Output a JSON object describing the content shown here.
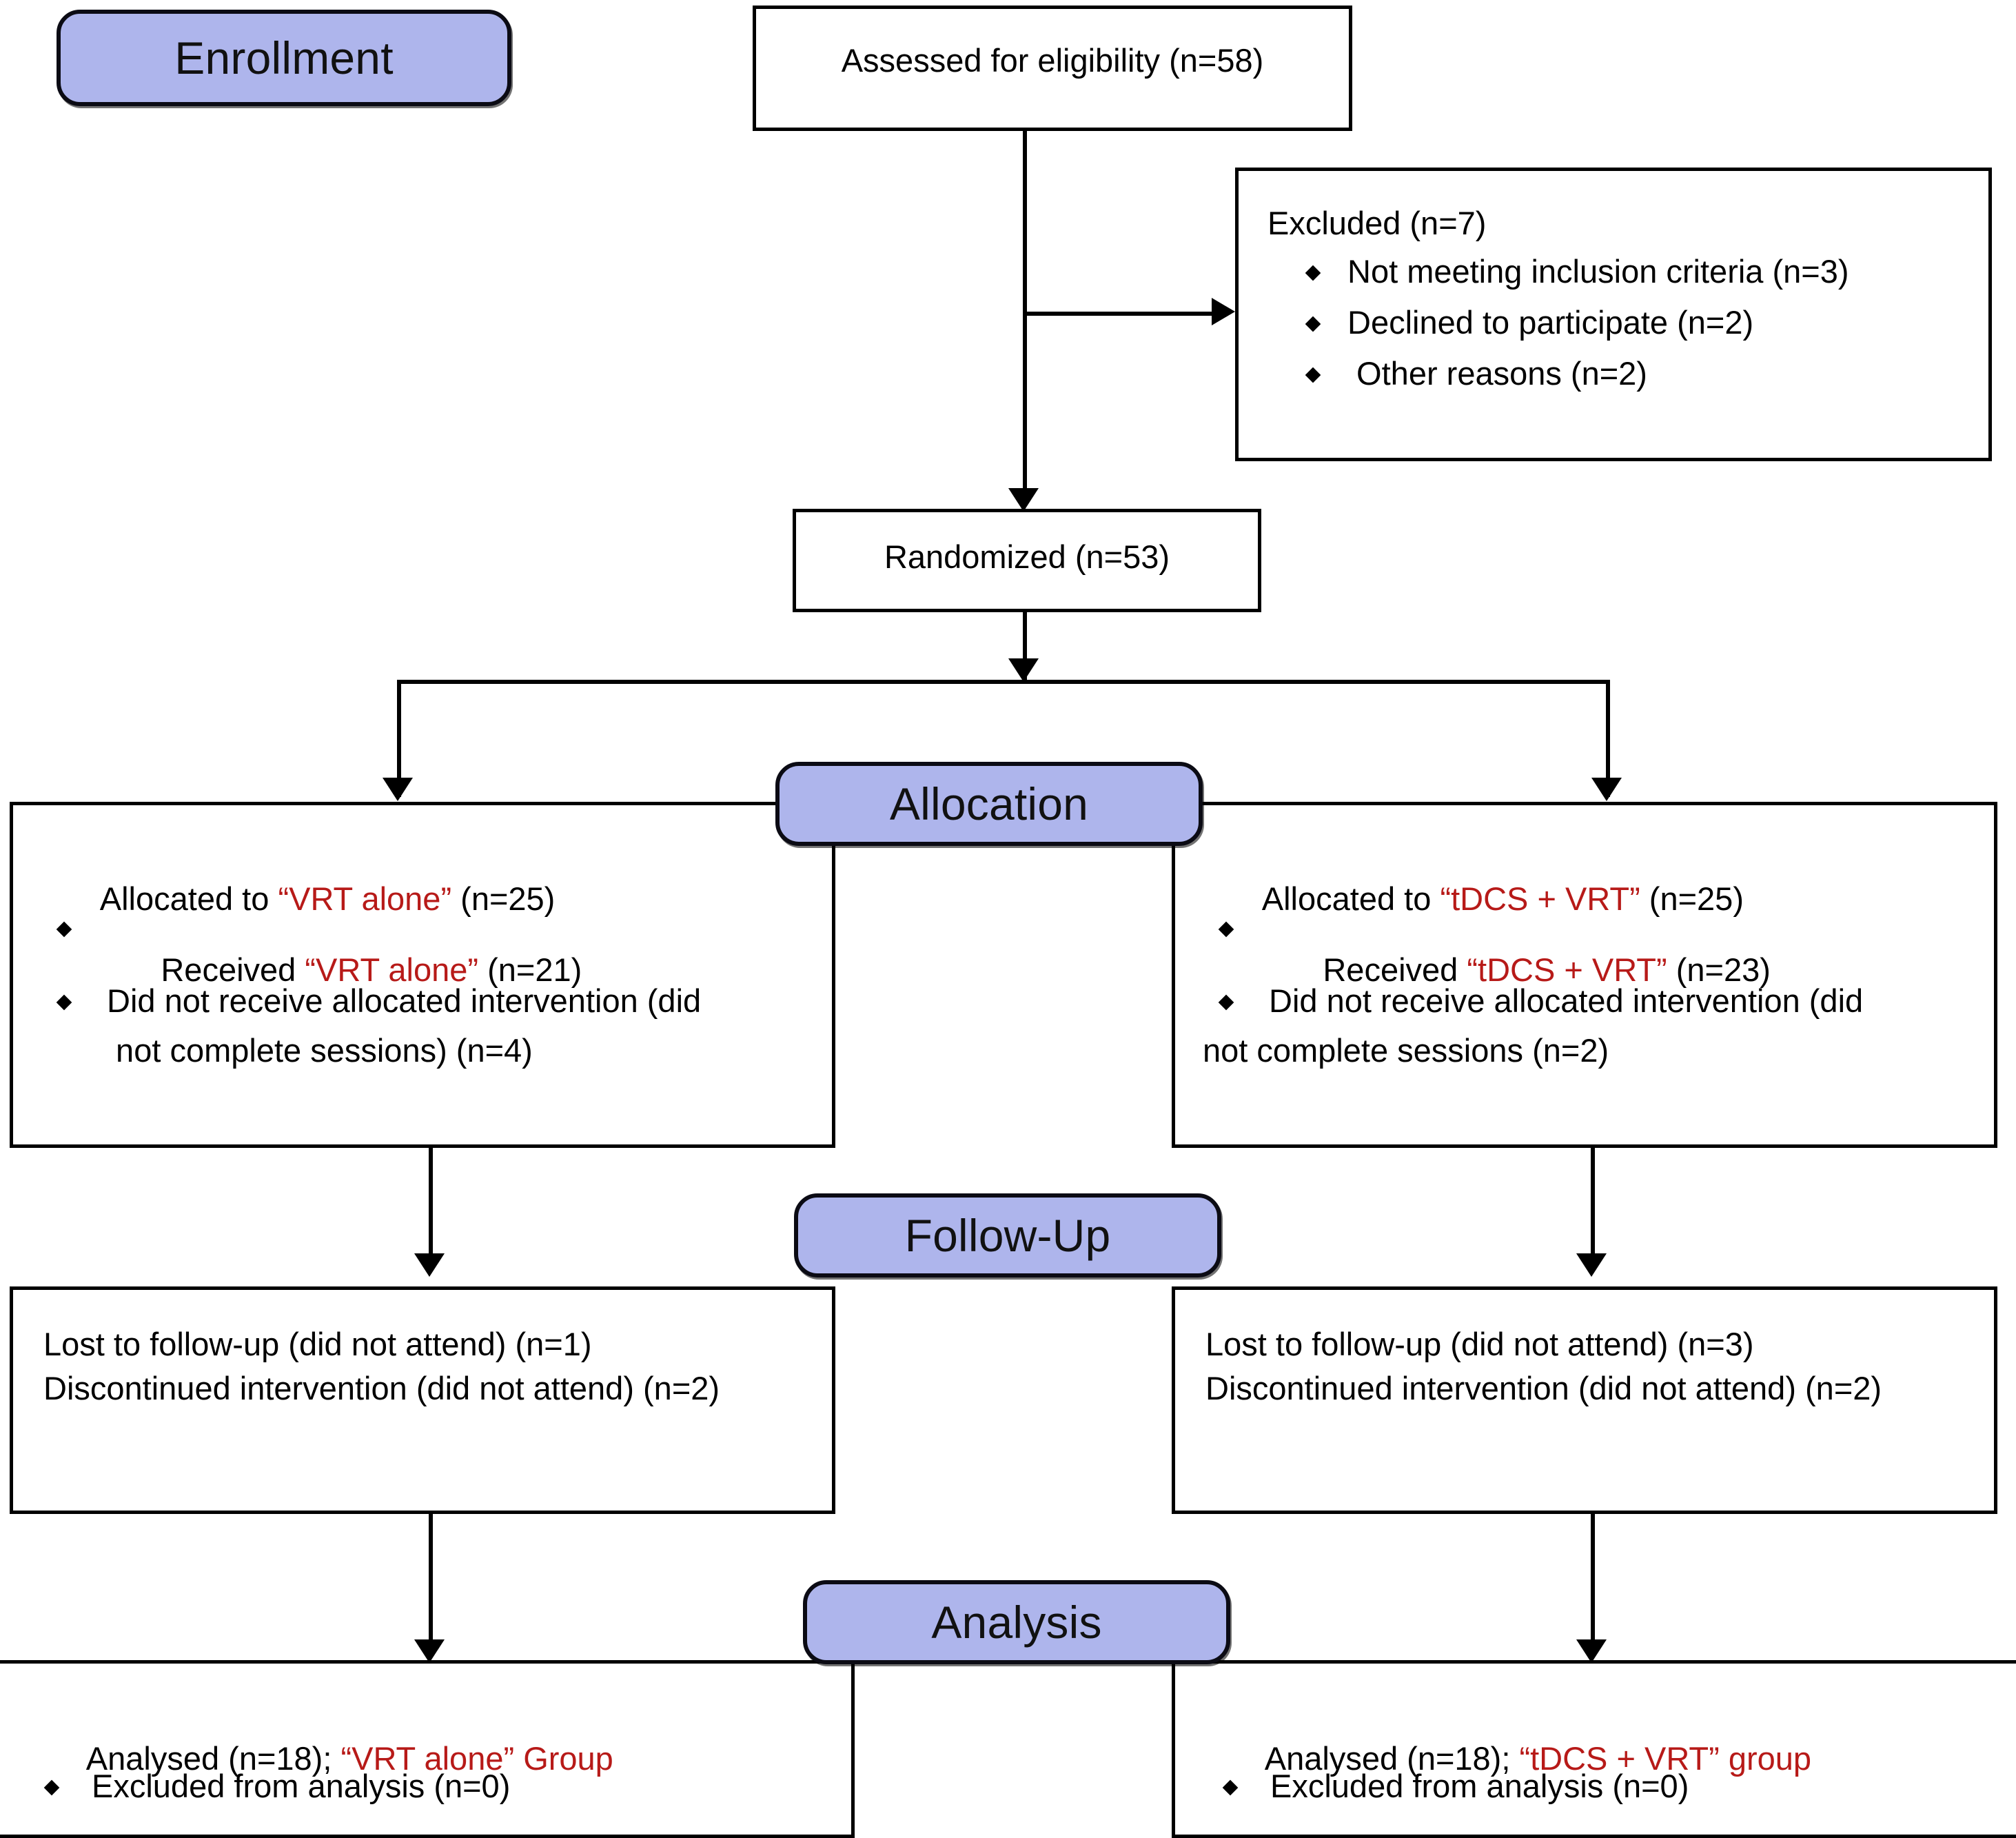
{
  "diagram": {
    "type": "CONSORT participant flow diagram",
    "accent_fill": "#AEB5EC",
    "accent_border": "#0B0B14",
    "highlight_text_color": "#B71A18",
    "line_color": "#000000"
  },
  "stage_labels": {
    "enrollment": "Enrollment",
    "allocation": "Allocation",
    "follow_up": "Follow-Up",
    "analysis": "Analysis"
  },
  "enrollment": {
    "assessed": "Assessed for eligibility (n=58)",
    "excluded_title": "Excluded (n=7)",
    "excluded_items": [
      "Not meeting inclusion criteria (n=3)",
      "Declined to participate (n=2)",
      " Other reasons (n=2)"
    ],
    "randomized": "Randomized (n=53)"
  },
  "allocation": {
    "left": {
      "line1_pre": "Allocated to ",
      "line1_highlight": "“VRT alone”",
      "line1_post": " (n=25)",
      "item1_pre": "Received ",
      "item1_highlight": "“VRT alone”",
      "item1_post": " (n=21)",
      "item2_line1": "Did not receive allocated intervention (did",
      "item2_line2": " not complete sessions) (n=4)"
    },
    "right": {
      "line1_pre": "Allocated to ",
      "line1_highlight": "“tDCS + VRT”",
      "line1_post": " (n=25)",
      "item1_pre": "Received ",
      "item1_highlight": "“tDCS + VRT”",
      "item1_post": " (n=23)",
      "item2_line1": "Did not receive allocated intervention (did",
      "item2_line2": "not complete sessions (n=2)"
    }
  },
  "follow_up": {
    "left": {
      "line1": "Lost to follow-up (did not attend) (n=1)",
      "line2": "Discontinued intervention (did not attend) (n=2)"
    },
    "right": {
      "line1": "Lost to follow-up (did not attend) (n=3)",
      "line2": "Discontinued intervention (did not attend) (n=2)"
    }
  },
  "analysis": {
    "left": {
      "line1_pre": "Analysed (n=18); ",
      "line1_highlight": "“VRT alone” Group",
      "item1": "Excluded from analysis (n=0)"
    },
    "right": {
      "line1_pre": "Analysed (n=18); ",
      "line1_highlight": "“tDCS + VRT” group",
      "item1": "Excluded from analysis (n=0)"
    }
  },
  "chart_data": {
    "type": "flow",
    "title": "CONSORT flow diagram",
    "nodes": [
      {
        "id": "assessed",
        "stage": "Enrollment",
        "label": "Assessed for eligibility",
        "n": 58
      },
      {
        "id": "excluded",
        "stage": "Enrollment",
        "label": "Excluded",
        "n": 7,
        "reasons": [
          {
            "label": "Not meeting inclusion criteria",
            "n": 3
          },
          {
            "label": "Declined to participate",
            "n": 2
          },
          {
            "label": "Other reasons",
            "n": 2
          }
        ]
      },
      {
        "id": "randomized",
        "stage": "Enrollment",
        "label": "Randomized",
        "n": 53
      },
      {
        "id": "alloc_left",
        "stage": "Allocation",
        "label": "Allocated to “VRT alone”",
        "n": 25,
        "received": 21,
        "not_received": 4
      },
      {
        "id": "alloc_right",
        "stage": "Allocation",
        "label": "Allocated to “tDCS + VRT”",
        "n": 25,
        "received": 23,
        "not_received": 2
      },
      {
        "id": "fu_left",
        "stage": "Follow-Up",
        "label": "“VRT alone”",
        "lost": 1,
        "discontinued": 2
      },
      {
        "id": "fu_right",
        "stage": "Follow-Up",
        "label": "“tDCS + VRT”",
        "lost": 3,
        "discontinued": 2
      },
      {
        "id": "an_left",
        "stage": "Analysis",
        "label": "Analysed “VRT alone” Group",
        "n": 18,
        "excluded": 0
      },
      {
        "id": "an_right",
        "stage": "Analysis",
        "label": "Analysed “tDCS + VRT” group",
        "n": 18,
        "excluded": 0
      }
    ],
    "edges": [
      {
        "from": "assessed",
        "to": "excluded"
      },
      {
        "from": "assessed",
        "to": "randomized"
      },
      {
        "from": "randomized",
        "to": "alloc_left"
      },
      {
        "from": "randomized",
        "to": "alloc_right"
      },
      {
        "from": "alloc_left",
        "to": "fu_left"
      },
      {
        "from": "alloc_right",
        "to": "fu_right"
      },
      {
        "from": "fu_left",
        "to": "an_left"
      },
      {
        "from": "fu_right",
        "to": "an_right"
      }
    ]
  }
}
